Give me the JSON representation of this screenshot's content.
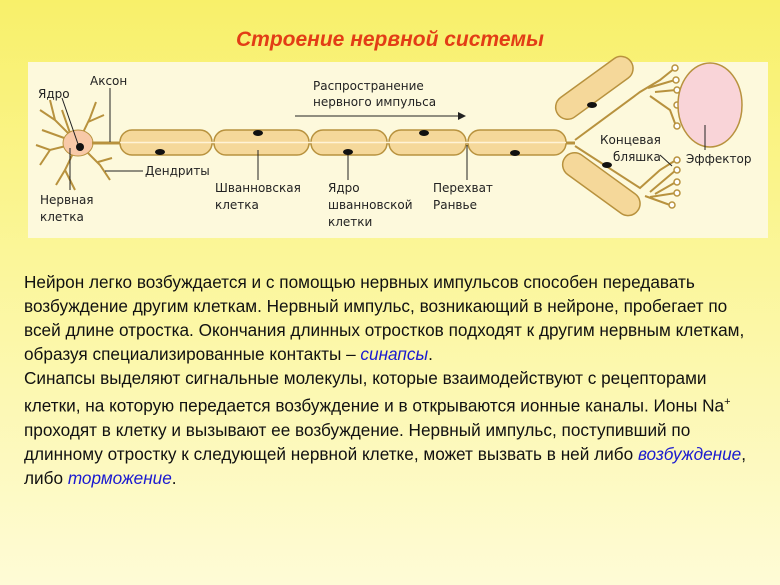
{
  "title": "Строение нервной системы",
  "diagram": {
    "nucleus": "Ядро",
    "axon": "Аксон",
    "propagation_1": "Распространение",
    "propagation_2": "нервного импульса",
    "dendrites": "Дендриты",
    "nerve_cell_1": "Нервная",
    "nerve_cell_2": "клетка",
    "schwann_1": "Шванновская",
    "schwann_2": "клетка",
    "schwann_nucleus_1": "Ядро",
    "schwann_nucleus_2": "шванновской",
    "schwann_nucleus_3": "клетки",
    "ranvier_1": "Перехват",
    "ranvier_2": "Ранвье",
    "end_plate_1": "Концевая",
    "end_plate_2": "бляшка",
    "effector": "Эффектор"
  },
  "body": {
    "p1": "Нейрон легко возбуждается и с помощью нервных импульсов способен передавать возбуждение другим клеткам. Нервный импульс, возникающий в нейроне, пробегает по всей длине отростка. Окончания длинных отростков подходят к другим нервным клеткам, образуя специализированные контакты – ",
    "synapses": "синапсы",
    "p1_end": ".",
    "p2a": "Синапсы выделяют сигнальные молекулы, которые взаимодействуют с рецепторами клетки, на которую передается возбуждение и в открываются ионные каналы. Ионы Na",
    "sup": "+",
    "p2b": " проходят в клетку и вызывают ее возбуждение. Нервный импульс, поступивший по длинному отростку к следующей нервной клетке, может вызвать в ней либо ",
    "excitation": "возбуждение",
    "p2c": ", либо ",
    "inhibition": "торможение",
    "p2_end": "."
  },
  "colors": {
    "title": "#e23d16",
    "highlight": "#1a1ad0",
    "schwann": "#f5d89a",
    "outline": "#b88a3a"
  }
}
